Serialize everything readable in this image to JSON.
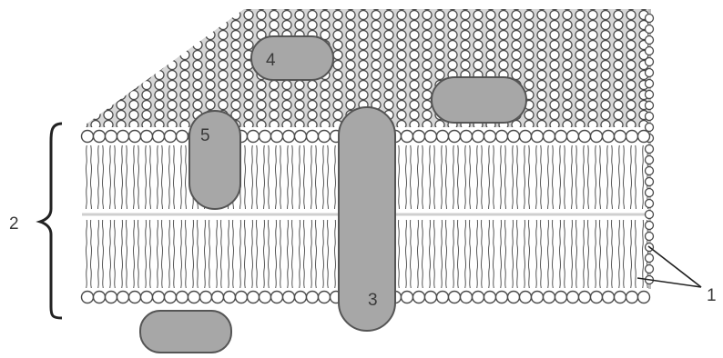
{
  "labels": {
    "phospholipid_heads": "1",
    "bilayer": "2",
    "integral_protein": "3",
    "surface_protein": "4",
    "embedded_protein": "5"
  },
  "colors": {
    "protein_fill": "#a7a7a7",
    "protein_stroke": "#555555",
    "head_fill": "#ffffff",
    "line": "#444444",
    "top_surface": "#d9d9d9"
  }
}
